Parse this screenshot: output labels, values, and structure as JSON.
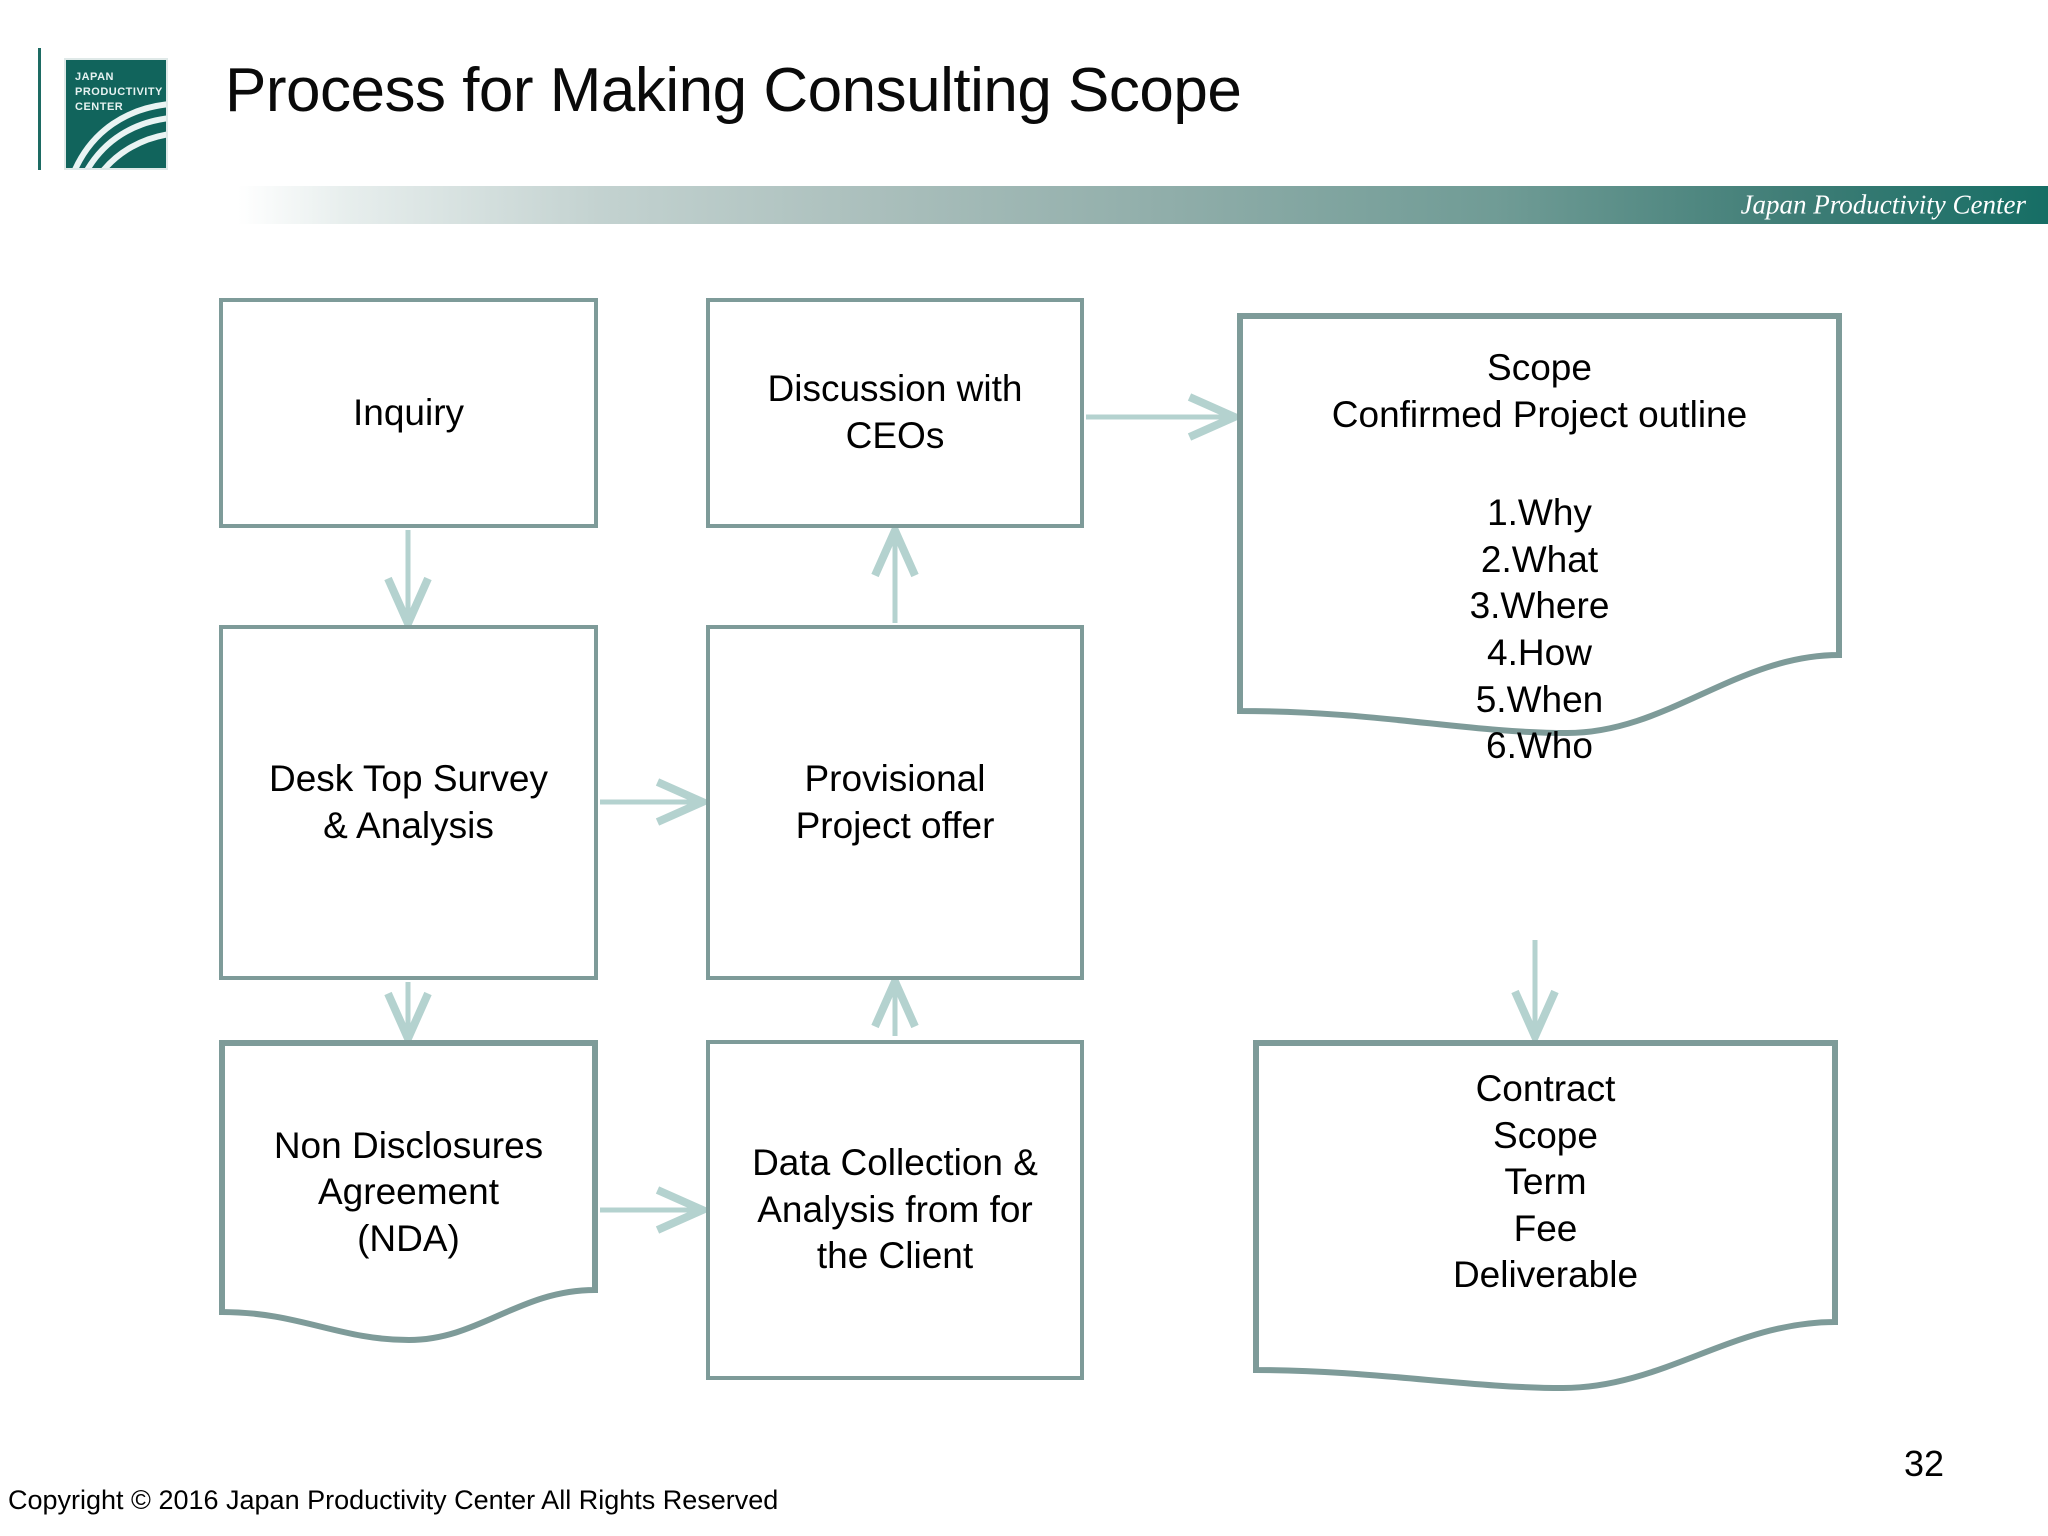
{
  "slide": {
    "title": "Process for Making Consulting Scope",
    "band_label": "Japan Productivity Center",
    "page_number": "32",
    "copyright": "Copyright © 2016 Japan Productivity Center All Rights Reserved"
  },
  "logo": {
    "line1": "JAPAN",
    "line2": "PRODUCTIVITY",
    "line3": "CENTER"
  },
  "colors": {
    "box_border": "#7e9b99",
    "arrow": "#b4d2cf",
    "band_dark": "#166e65",
    "logo_teal": "#11645c"
  },
  "diagram": {
    "nodes": [
      {
        "id": "inquiry",
        "shape": "rect",
        "label": "Inquiry"
      },
      {
        "id": "desktop",
        "shape": "rect",
        "label": "Desk Top Survey\n& Analysis"
      },
      {
        "id": "nda",
        "shape": "doc",
        "label": "Non Disclosures\nAgreement\n(NDA)"
      },
      {
        "id": "discussion",
        "shape": "rect",
        "label": "Discussion with\nCEOs"
      },
      {
        "id": "provisional",
        "shape": "rect",
        "label": "Provisional\nProject offer"
      },
      {
        "id": "data-collection",
        "shape": "rect",
        "label": "Data Collection &\nAnalysis from for\nthe Client"
      },
      {
        "id": "scope",
        "shape": "doc",
        "label": "Scope\nConfirmed Project outline"
      },
      {
        "id": "contract",
        "shape": "doc",
        "label": "Contract\nScope\nTerm\nFee\nDeliverable"
      }
    ],
    "scope_heading": "Scope\nConfirmed Project outline",
    "scope_items": "1.Why\n2.What\n3.Where\n4.How\n5.When\n6.Who",
    "contract_items": "Contract\nScope\nTerm\nFee\nDeliverable",
    "edges": [
      {
        "from": "inquiry",
        "to": "desktop",
        "dir": "down"
      },
      {
        "from": "desktop",
        "to": "nda",
        "dir": "down"
      },
      {
        "from": "desktop",
        "to": "provisional",
        "dir": "right"
      },
      {
        "from": "nda",
        "to": "data-collection",
        "dir": "right"
      },
      {
        "from": "data-collection",
        "to": "provisional",
        "dir": "up"
      },
      {
        "from": "provisional",
        "to": "discussion",
        "dir": "up"
      },
      {
        "from": "discussion",
        "to": "scope",
        "dir": "right"
      },
      {
        "from": "scope",
        "to": "contract",
        "dir": "down"
      }
    ]
  }
}
